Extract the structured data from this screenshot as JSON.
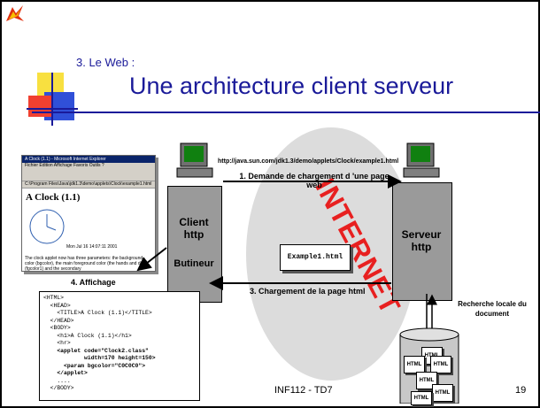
{
  "slide": {
    "section": "3. Le Web :",
    "title": "Une architecture client serveur",
    "footer_course": "INF112 - TD7",
    "page_number": "19"
  },
  "browser": {
    "window_title": "A Clock (1.1) - Microsoft Internet Explorer",
    "menu": "Fichier  Edition  Affichage  Favoris  Outils  ?",
    "address": "C:\\Program Files\\Java\\jdk1.3\\demo\\applets\\Clock\\example1.html",
    "page_heading": "A Clock (1.1)",
    "clock_text": "Mon Jul 16 14:07:11 2001",
    "page_text": "The clock applet now has three parameters: the background color (bgcolor), the main foreground color (the hands and dial) (fgcolor1) and the secondary"
  },
  "client": {
    "line1": "Client",
    "line2": "http",
    "line3": "Butineur"
  },
  "server": {
    "line1": "Serveur",
    "line2": "http"
  },
  "url": "http://java.sun.com/jdk1.3/demo/applets/Clock/example1.html",
  "step1": "1. Demande de chargement d 'une page web",
  "step3": "3. Chargement de la page html",
  "step4": "4. Affichage",
  "internet": "INTERNET",
  "file_label": "Example1.html",
  "local_search": "Recherche locale du document",
  "html_tag": "HTML",
  "code_lines": [
    "<HTML>",
    "  <HEAD>",
    "    <TITLE>A Clock (1.1)</TITLE>",
    "  </HEAD>",
    "  <BODY>",
    "    <h1>A Clock (1.1)</h1>",
    "    <hr>",
    "    <applet code=\"Clock2.class\"",
    "            width=170 height=150>",
    "      <param bgcolor=\"C0C0C0\">",
    "    </applet>",
    "    ....",
    "  </BODY>"
  ]
}
